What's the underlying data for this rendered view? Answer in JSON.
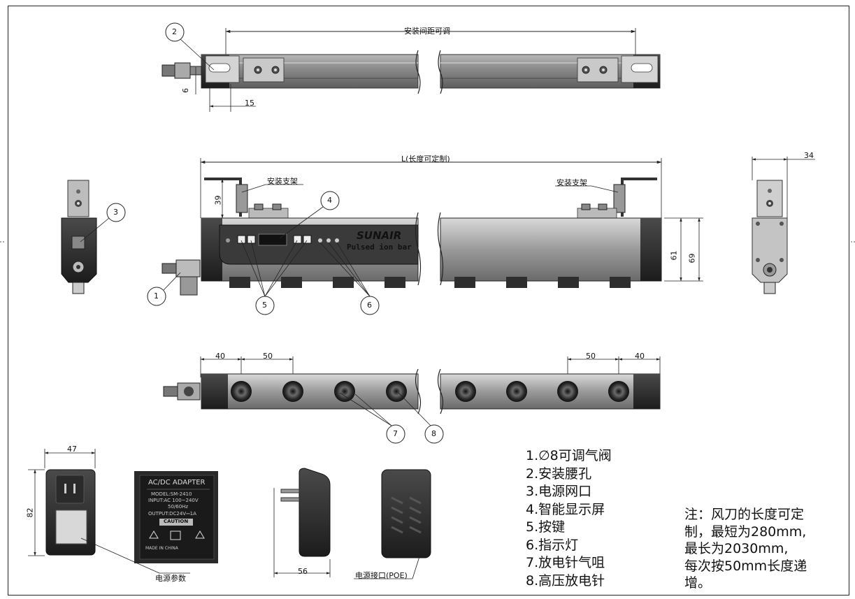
{
  "dimensions": {
    "top_span": "安装间距可调",
    "top_left_6": "6",
    "top_15": "15",
    "length_L": "L(长度可定制)",
    "bracket_39": "39",
    "height_61": "61",
    "height_69": "69",
    "side_34": "34",
    "bottom_40_left": "40",
    "bottom_50_left": "50",
    "bottom_50_right": "50",
    "bottom_40_right": "40",
    "adapter_47": "47",
    "adapter_82": "82",
    "plug_56": "56"
  },
  "labels": {
    "bracket_left": "安装支架",
    "bracket_right": "安装支架",
    "brand": "SUNAIR",
    "brand_sub": "Pulsed ion bar",
    "power_params": "电源参数",
    "power_port": "电源接口(POE)",
    "adapter_title": "AC/DC ADAPTER",
    "adapter_model": "MODEL:SM-2410",
    "adapter_input": "INPUT:AC 100~240V",
    "adapter_freq": "50/60Hz",
    "adapter_output": "OUTPUT:DC24V⎓1A",
    "adapter_caution": "CAUTION",
    "adapter_made": "MADE IN CHINA"
  },
  "callouts": [
    "1",
    "2",
    "3",
    "4",
    "5",
    "6",
    "7",
    "8"
  ],
  "legend": [
    "1.∅8可调气阀",
    "2.安装腰孔",
    "3.电源网口",
    "4.智能显示屏",
    "5.按键",
    "6.指示灯",
    "7.放电针气咀",
    "8.高压放电针"
  ],
  "note": [
    "注：风刀的长度可定",
    "制，最短为280mm,",
    "最长为2030mm,",
    "每次按50mm长度递",
    "增。"
  ]
}
